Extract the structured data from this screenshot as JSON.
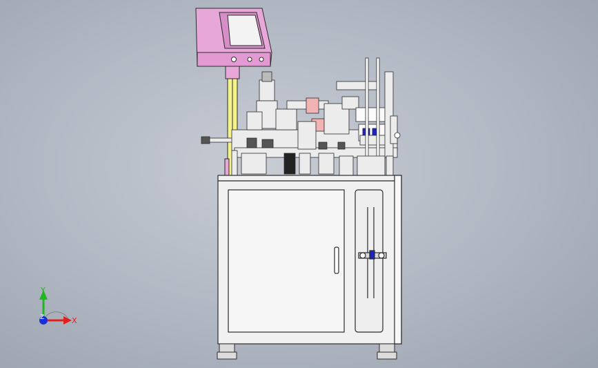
{
  "viewport": {
    "background_colors": [
      "#c7ccd4",
      "#b0b7c2",
      "#9aa2ae"
    ]
  },
  "model": {
    "frame_color": "#f1f1f1",
    "outline_color": "#2b2b2b",
    "hood_color": "#e8a7d9",
    "column_color": "#f4f28a",
    "accent_blue": "#1b24c4"
  },
  "triad": {
    "x_label": "X",
    "y_label": "Y",
    "z_label": "Z",
    "x_color": "#e1201c",
    "y_color": "#22b522",
    "z_color": "#1a2fd8"
  }
}
